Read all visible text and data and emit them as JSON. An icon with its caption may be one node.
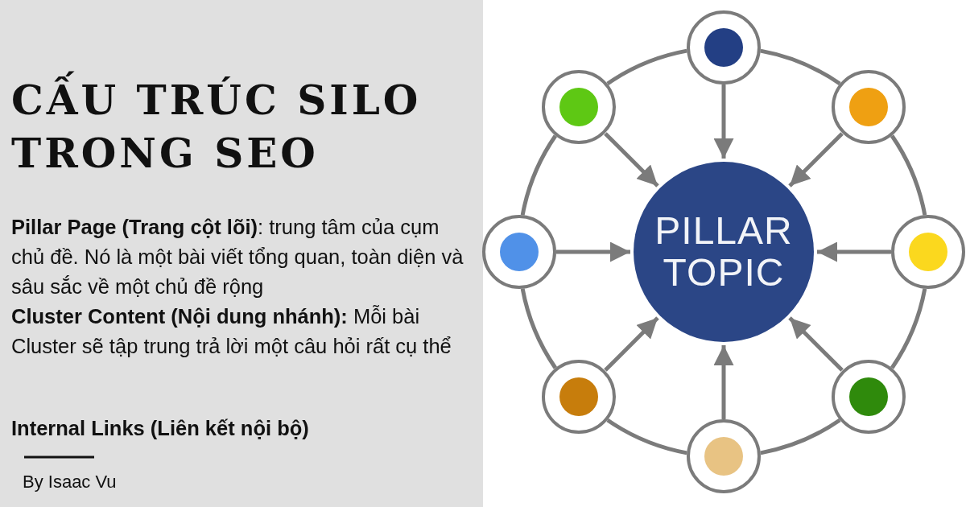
{
  "diagram": {
    "title": "CẤU TRÚC SILO TRONG SEO",
    "nodes": [
      {
        "text": [
          "PILLAR TOPIC"
        ]
      },
      {
        "text": [],
        "shape": "circle"
      },
      {
        "text": [],
        "shape": "circle"
      },
      {
        "text": [],
        "shape": "circle"
      },
      {
        "text": [],
        "shape": "circle"
      },
      {
        "text": [],
        "shape": "circle"
      },
      {
        "text": [],
        "shape": "circle"
      },
      {
        "text": [],
        "shape": "circle"
      },
      {
        "text": [],
        "shape": "circle"
      }
    ],
    "edges": [
      {
        "from": 1,
        "to": 0,
        "arrow": "to"
      },
      {
        "from": 2,
        "to": 0,
        "arrow": "to"
      },
      {
        "from": 3,
        "to": 0,
        "arrow": "to"
      },
      {
        "from": 4,
        "to": 0,
        "arrow": "to"
      },
      {
        "from": 5,
        "to": 0,
        "arrow": "to"
      },
      {
        "from": 6,
        "to": 0,
        "arrow": "to"
      },
      {
        "from": 7,
        "to": 0,
        "arrow": "to"
      },
      {
        "from": 8,
        "to": 0,
        "arrow": "to"
      },
      {
        "from": 1,
        "to": 3,
        "arrow": "none"
      },
      {
        "from": 3,
        "to": 5,
        "arrow": "none"
      },
      {
        "from": 5,
        "to": 7,
        "arrow": "none"
      },
      {
        "from": 7,
        "to": 8,
        "arrow": "none"
      },
      {
        "from": 8,
        "to": 6,
        "arrow": "none"
      },
      {
        "from": 6,
        "to": 4,
        "arrow": "none"
      },
      {
        "from": 4,
        "to": 2,
        "arrow": "none"
      },
      {
        "from": 2,
        "to": 1,
        "arrow": "none"
      }
    ],
    "labels": [
      "**Pillar Page (Trang cột lõi)**: trung tâm của cụm chủ đề. Nó là một bài viết tổng quan, toàn diện và sâu sắc về một chủ đề rộng",
      "**Cluster Content (Nội dung nhánh):** Mỗi bài Cluster sẽ tập trung trả lời một câu hỏi rất cụ thể",
      "Internal Links (Liên kết nội bộ)",
      "By Isaac Vu"
    ]
  }
}
